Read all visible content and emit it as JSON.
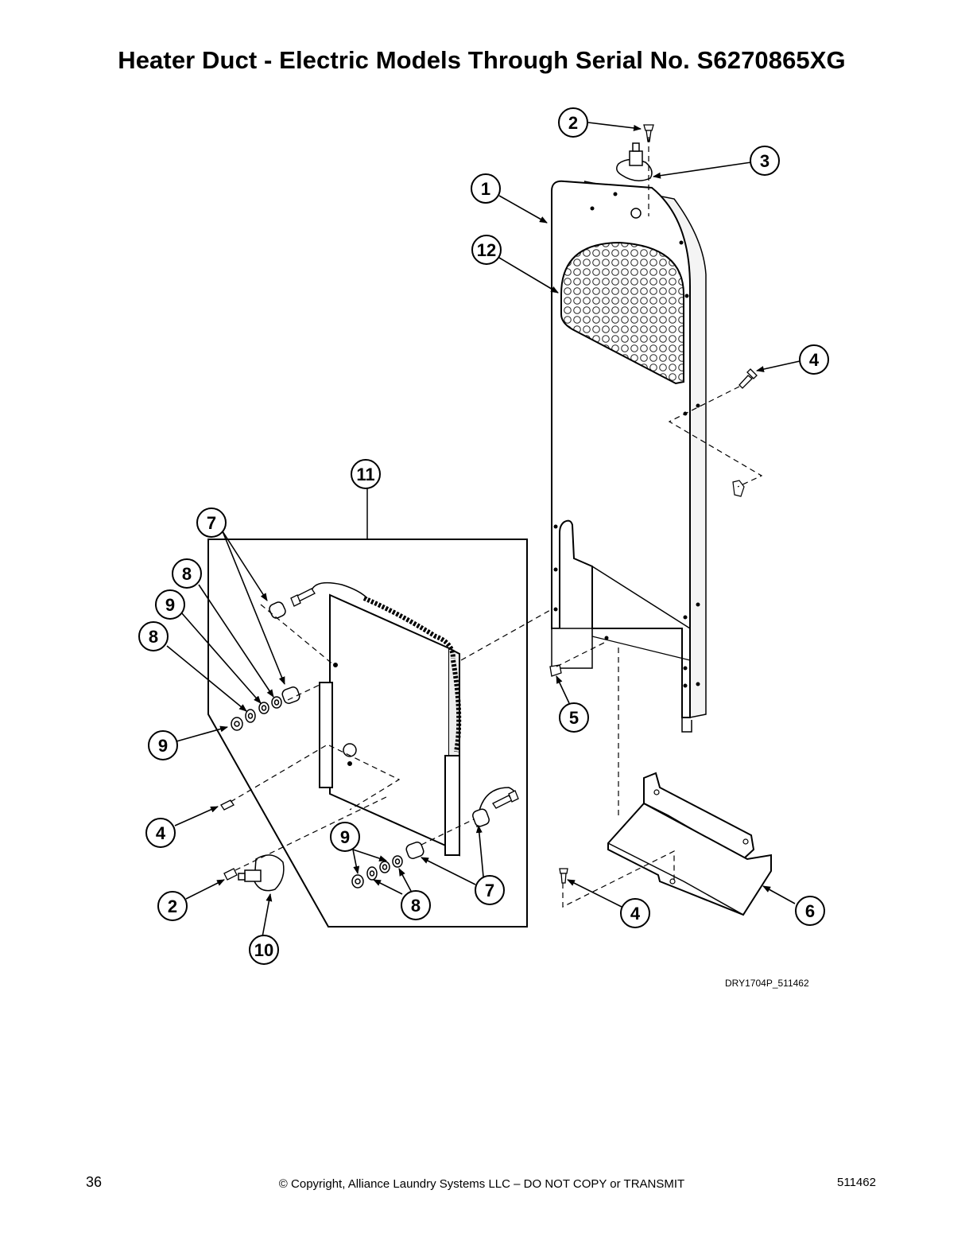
{
  "page": {
    "title": "Heater Duct - Electric Models Through Serial No. S6270865XG",
    "figure_code": "DRY1704P_511462",
    "page_number": "36",
    "copyright": "© Copyright, Alliance Laundry Systems LLC – DO NOT COPY or TRANSMIT",
    "document_number": "511462"
  },
  "callouts": [
    "2",
    "3",
    "1",
    "12",
    "4",
    "11",
    "7",
    "8",
    "9",
    "8",
    "9",
    "5",
    "4",
    "9",
    "7",
    "8",
    "2",
    "10",
    "4",
    "6"
  ]
}
